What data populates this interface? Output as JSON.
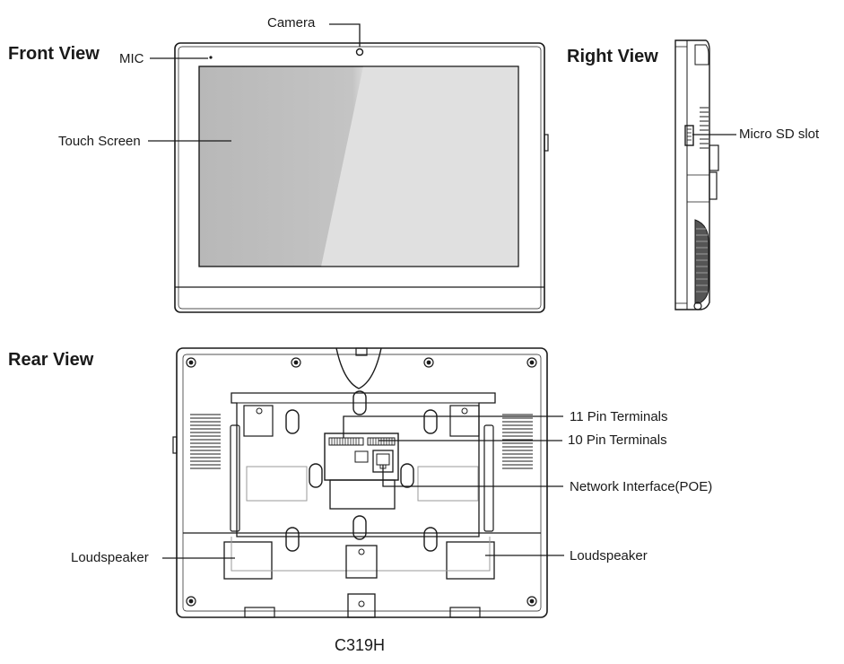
{
  "headings": {
    "front": "Front View",
    "right": "Right View",
    "rear": "Rear View"
  },
  "labels": {
    "camera": "Camera",
    "mic": "MIC",
    "touch_screen": "Touch Screen",
    "micro_sd": "Micro SD slot",
    "pin11": "11 Pin Terminals",
    "pin10": "10 Pin Terminals",
    "network": "Network Interface(POE)",
    "loudspeaker_left": "Loudspeaker",
    "loudspeaker_right": "Loudspeaker"
  },
  "model": "C319H",
  "colors": {
    "line": "#1a1a1a",
    "screen_dark": "#b4b4b4",
    "screen_light": "#e2e2e2",
    "faint": "#9a9a9a"
  }
}
